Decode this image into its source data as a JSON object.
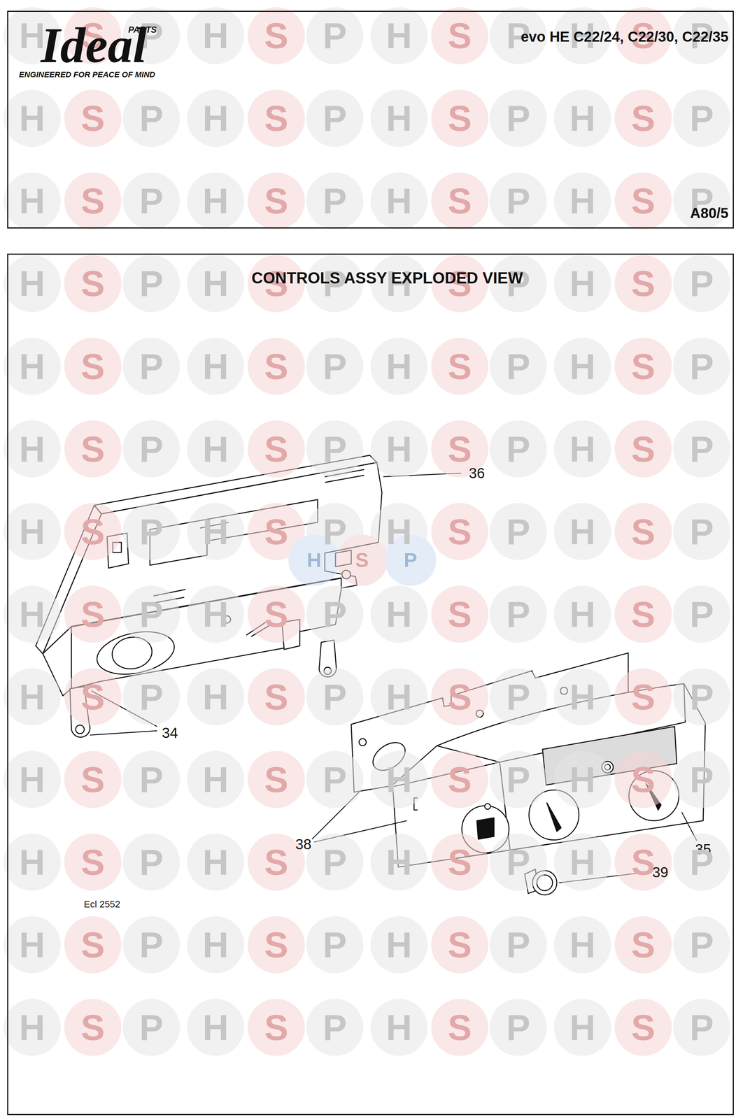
{
  "diagram": {
    "nodes": [
      {
        "text": [
          "PARTS",
          "Ideal",
          "ENGINEERED FOR PEACE OF MIND",
          "evo HE C22/24, C22/30, C22/35",
          "A80/5"
        ]
      },
      {
        "text": [
          "CONTROLS ASSY EXPLODED VIEW"
        ]
      }
    ],
    "labels": [
      "36",
      "34",
      "38",
      "35",
      "39",
      "Ecl 2552",
      "H",
      "S",
      "P",
      "H",
      "S",
      "P",
      "H",
      "S",
      "P",
      "H",
      "S",
      "P",
      "H",
      "S",
      "P",
      "H",
      "S",
      "P",
      "H",
      "S",
      "P",
      "H",
      "S",
      "P",
      "H",
      "S",
      "P",
      "H",
      "S",
      "P",
      "H",
      "S",
      "P",
      "H",
      "S",
      "P",
      "H",
      "S",
      "P",
      "H",
      "S",
      "P",
      "H",
      "S",
      "P",
      "H",
      "S",
      "P",
      "H",
      "S",
      "P",
      "H",
      "S",
      "P",
      "H",
      "S",
      "P",
      "H",
      "S",
      "P",
      "H",
      "S",
      "P",
      "H",
      "S",
      "P",
      "H",
      "S",
      "P",
      "H",
      "S",
      "P",
      "H",
      "S",
      "P",
      "H",
      "S",
      "P",
      "H",
      "S",
      "P",
      "H",
      "S",
      "P",
      "H",
      "S",
      "P",
      "H",
      "S",
      "P",
      "H",
      "S",
      "P",
      "H",
      "S",
      "P",
      "H",
      "S",
      "P",
      "H",
      "S",
      "P",
      "H",
      "S",
      "P",
      "H",
      "S",
      "P",
      "H",
      "S",
      "P",
      "H",
      "S",
      "P",
      "H",
      "S",
      "P",
      "H",
      "S",
      "P",
      "H",
      "S",
      "P",
      "H",
      "S",
      "P",
      "H",
      "S",
      "P",
      "H",
      "S",
      "P",
      "H",
      "S",
      "P",
      "H",
      "S",
      "P",
      "H",
      "S",
      "P",
      "H",
      "S",
      "P",
      "H",
      "S",
      "P",
      "H",
      "S",
      "P",
      "H",
      "S",
      "P",
      "H",
      "S",
      "P",
      "H",
      "S",
      "P"
    ]
  }
}
